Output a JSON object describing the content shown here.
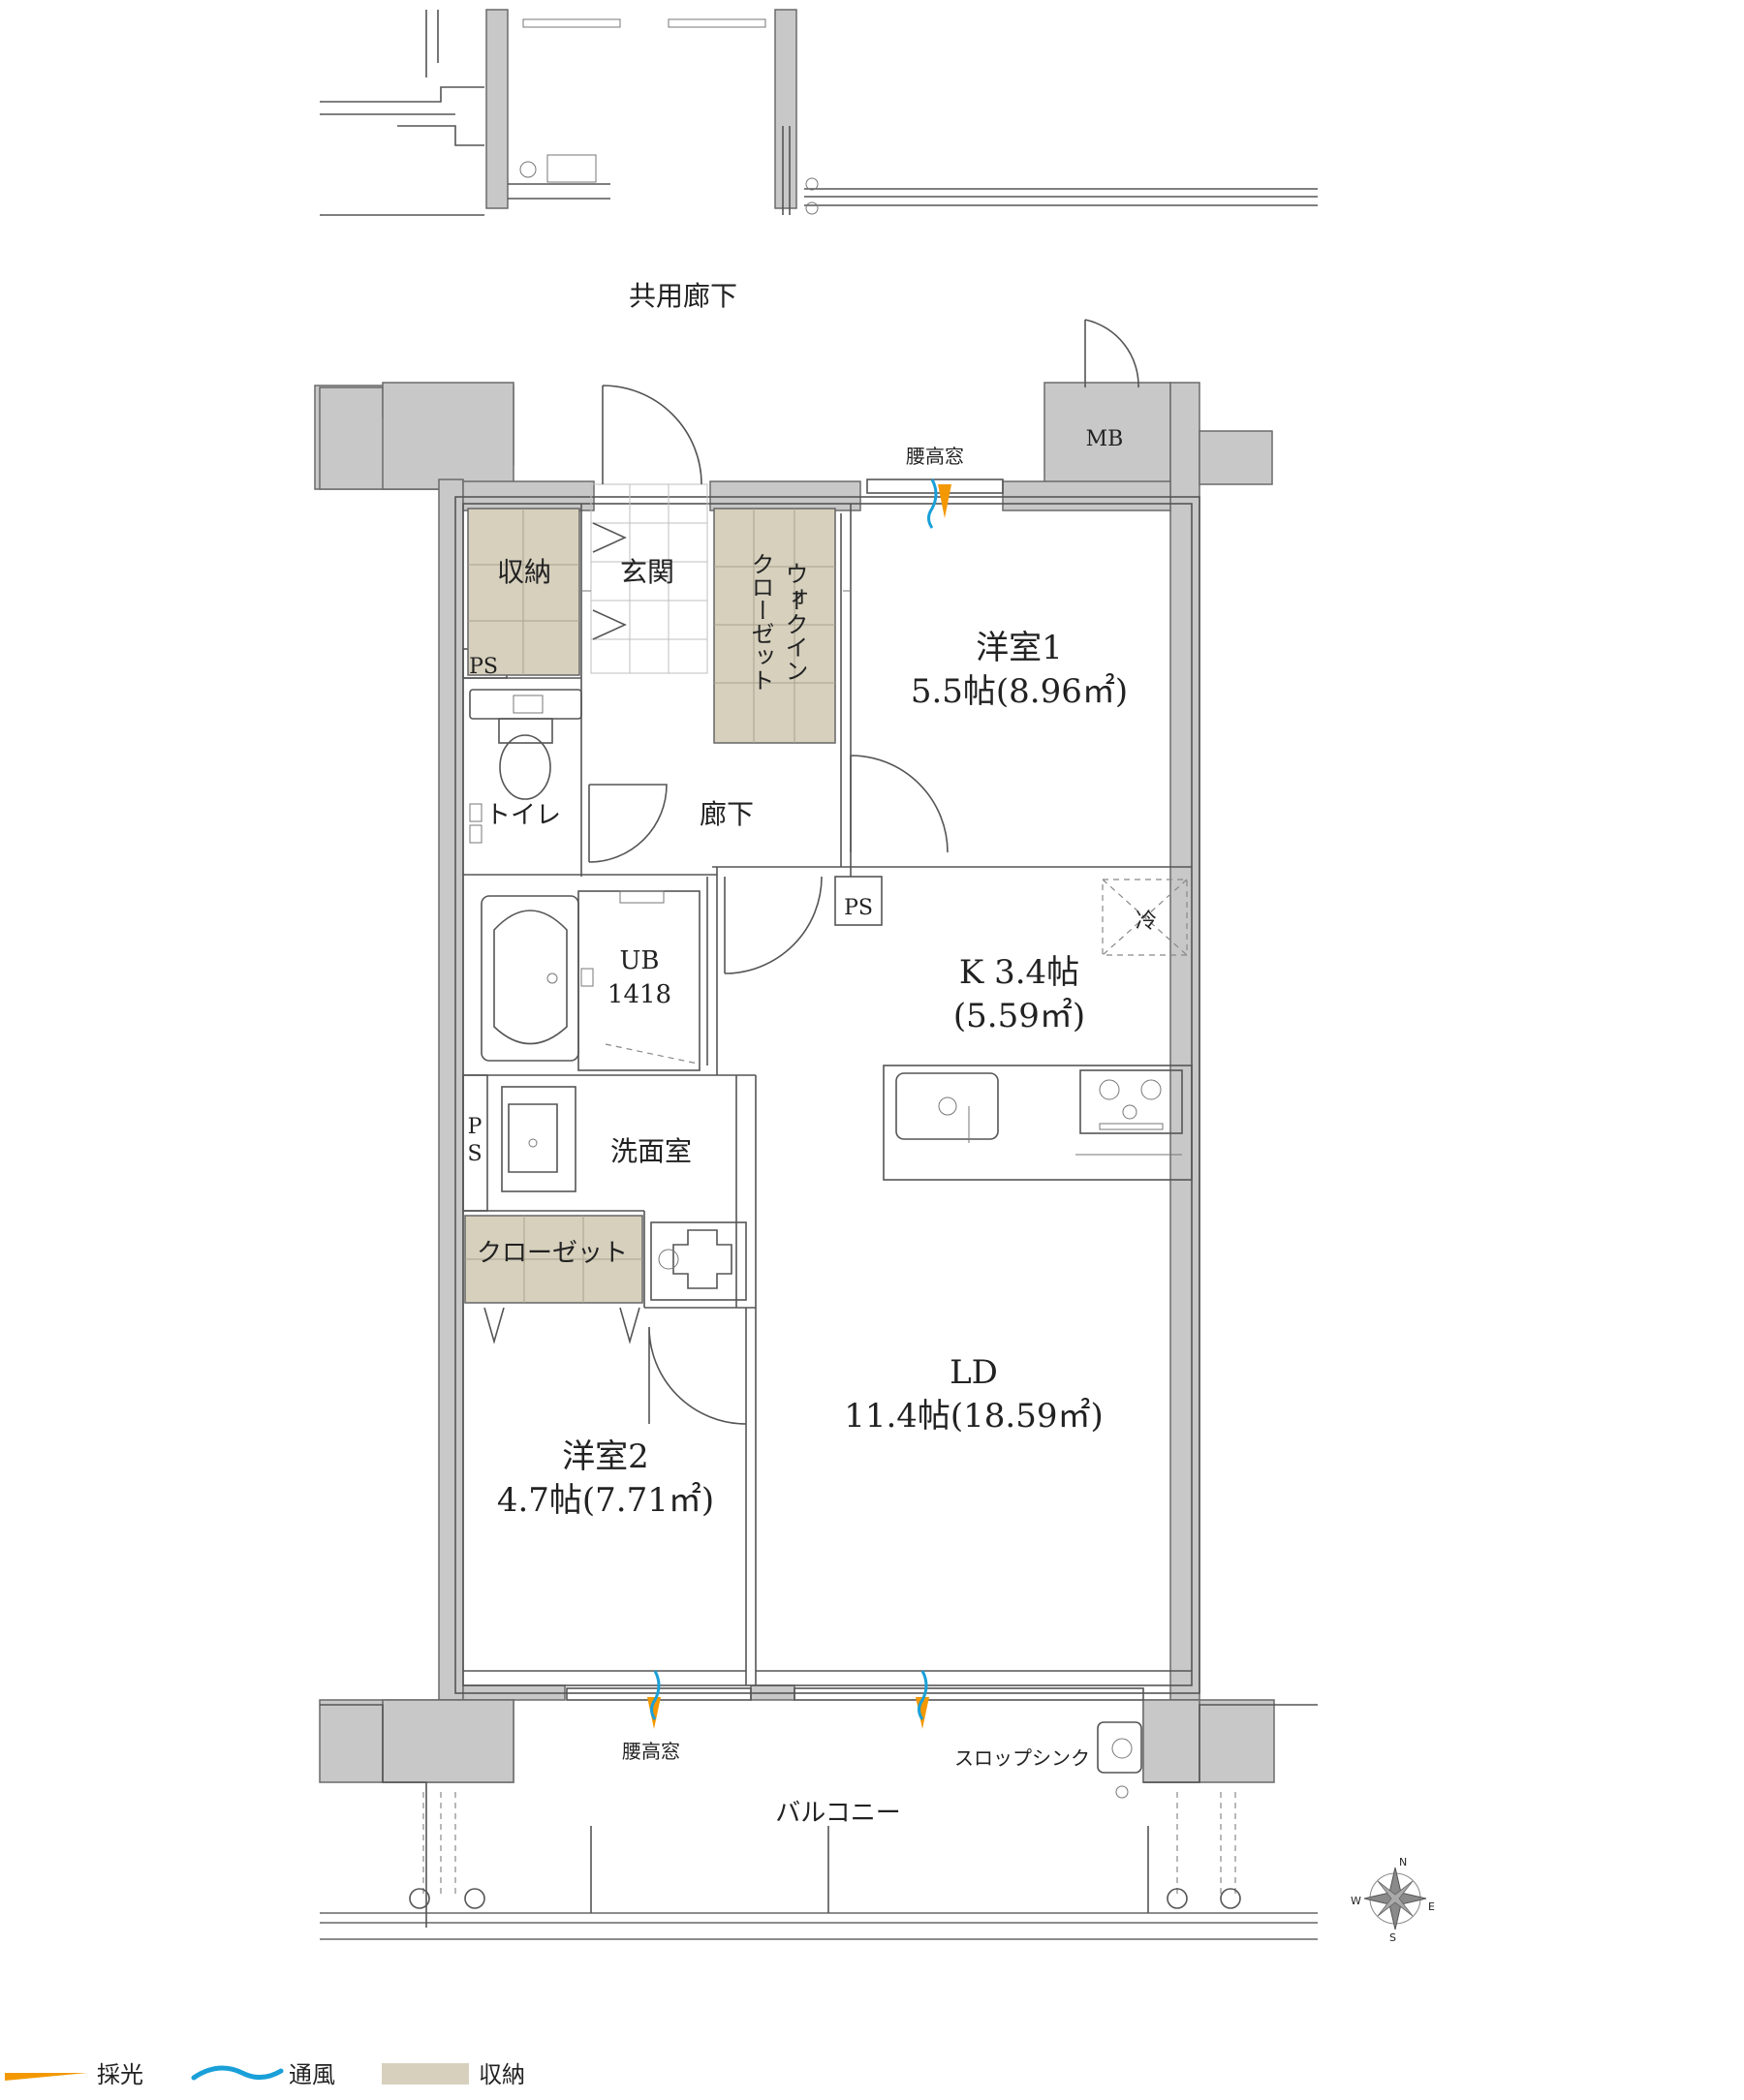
{
  "labels": {
    "common_corridor": "共用廊下",
    "mb": "MB",
    "window_top": "腰高窓",
    "storage": "収納",
    "entrance": "玄関",
    "wic": [
      "ウォ",
      "ークイン",
      "クローゼット"
    ],
    "ps_top": "PS",
    "ps_kitchen": "PS",
    "ps_wash": [
      "P",
      "S"
    ],
    "bedroom1_name": "洋室1",
    "bedroom1_size": "5.5帖(8.96㎡)",
    "toilet": "トイレ",
    "hallway": "廊下",
    "fridge": "冷",
    "ub_name": "UB",
    "ub_size": "1418",
    "kitchen_name": "K 3.4帖",
    "kitchen_size": "(5.59㎡)",
    "washroom": "洗面室",
    "closet": "クローゼット",
    "ld_name": "LD",
    "ld_size": "11.4帖(18.59㎡)",
    "bedroom2_name": "洋室2",
    "bedroom2_size": "4.7帖(7.71㎡)",
    "window_bottom": "腰高窓",
    "slop_sink": "スロップシンク",
    "balcony": "バルコニー",
    "compass": {
      "n": "N",
      "s": "S",
      "e": "E",
      "w": "W"
    }
  },
  "legend": [
    {
      "label": "採光",
      "icon": "light-wedge-icon",
      "color": "#f39800"
    },
    {
      "label": "通風",
      "icon": "wind-wave-icon",
      "color": "#1aa0d8"
    },
    {
      "label": "収納",
      "icon": "storage-swatch-icon",
      "color": "#d6d0bd"
    }
  ],
  "colors": {
    "wall": "#c8c8c8",
    "storage": "#d6d0bd",
    "light": "#f39800",
    "wind": "#1aa0d8"
  }
}
